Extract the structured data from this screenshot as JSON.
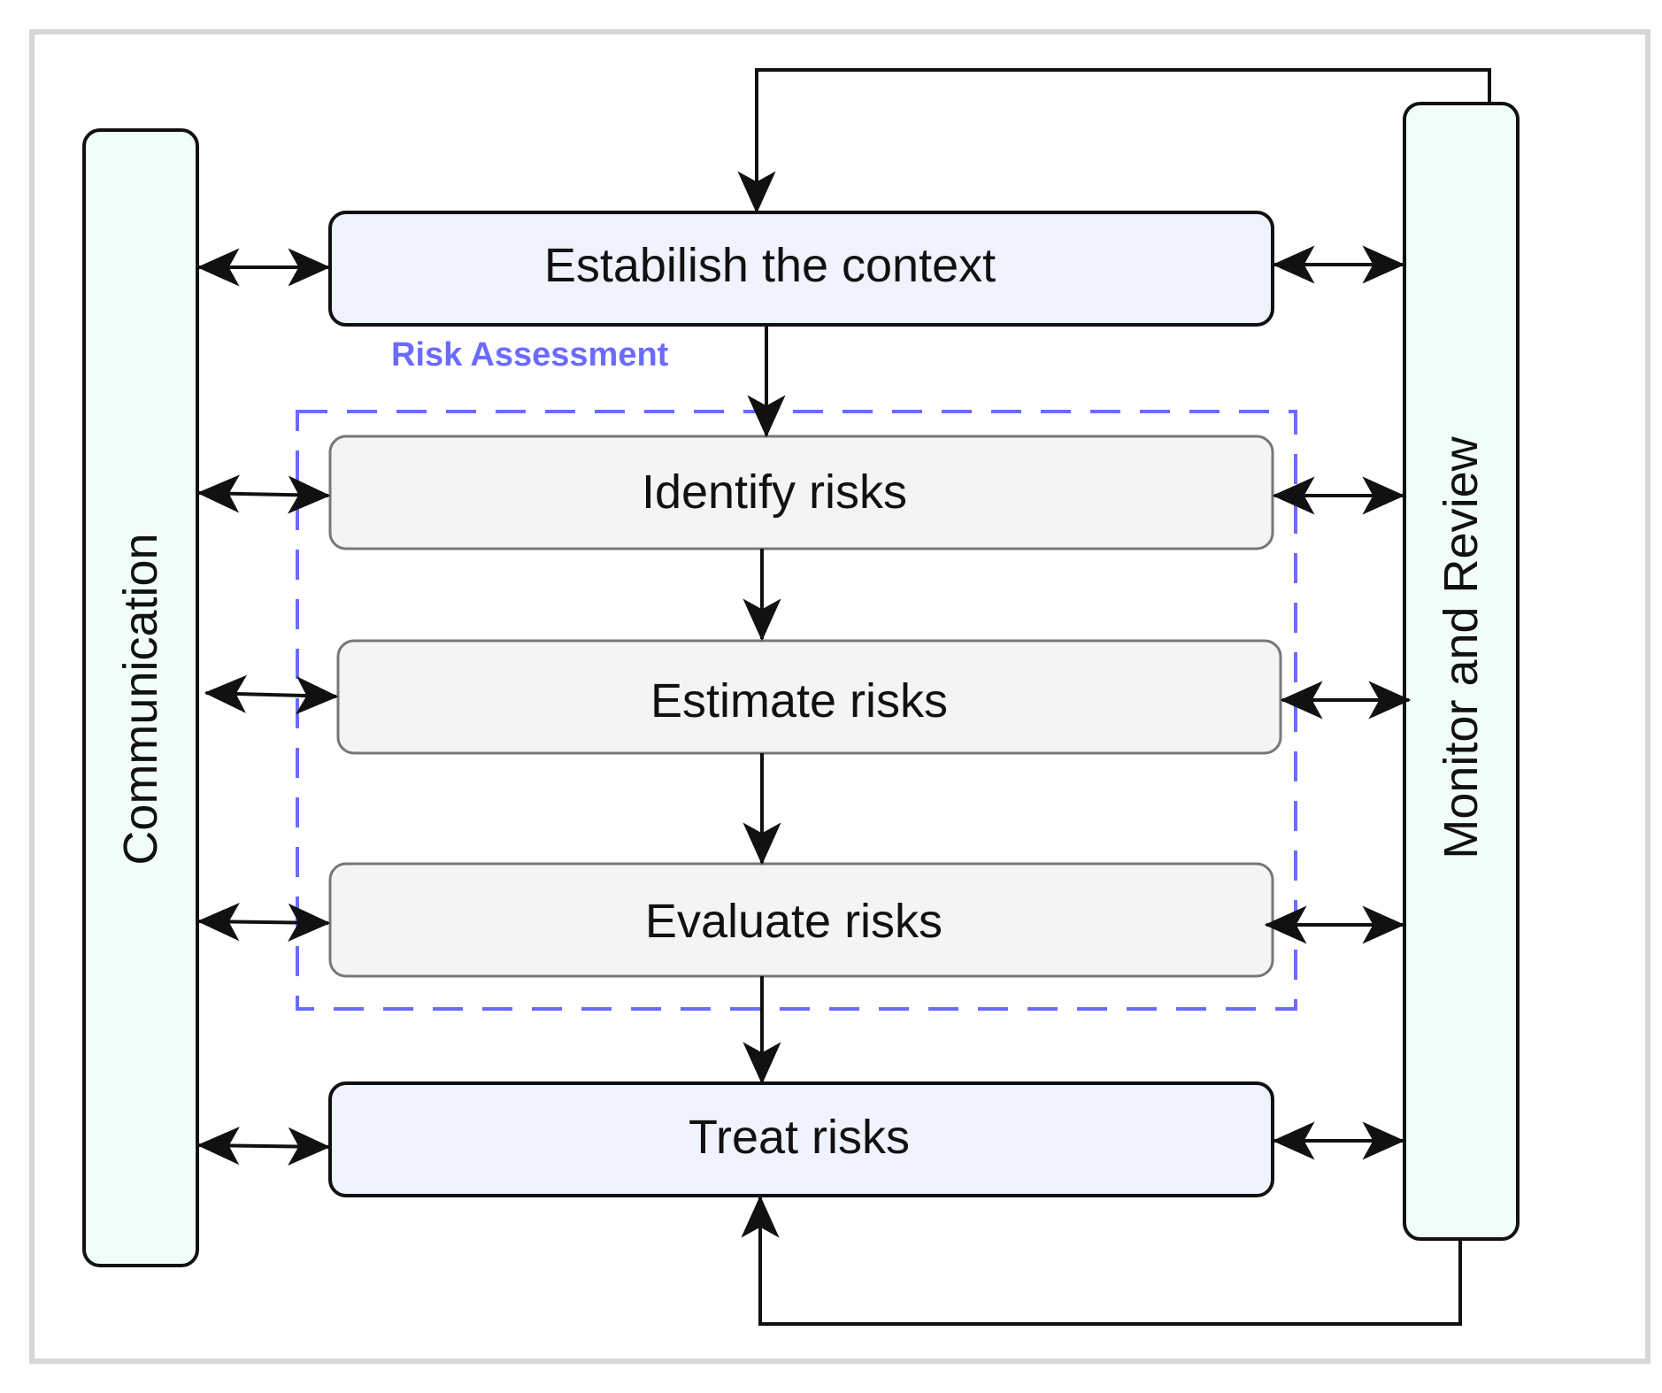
{
  "colors": {
    "frame": "#d6d6d6",
    "main_box_fill": "#eef3fd",
    "assessment_box_fill": "#f4f4f4",
    "side_bar_fill": "#f1fdf9",
    "dashed_group": "#6b6bff",
    "ink": "#111111"
  },
  "left_bar": {
    "label": "Communication"
  },
  "right_bar": {
    "label": "Monitor and Review"
  },
  "group": {
    "label": "Risk Assessment"
  },
  "steps": [
    {
      "id": "context",
      "label": "Estabilish the context"
    },
    {
      "id": "identify",
      "label": "Identify risks"
    },
    {
      "id": "estimate",
      "label": "Estimate risks"
    },
    {
      "id": "evaluate",
      "label": "Evaluate risks"
    },
    {
      "id": "treat",
      "label": "Treat risks"
    }
  ]
}
